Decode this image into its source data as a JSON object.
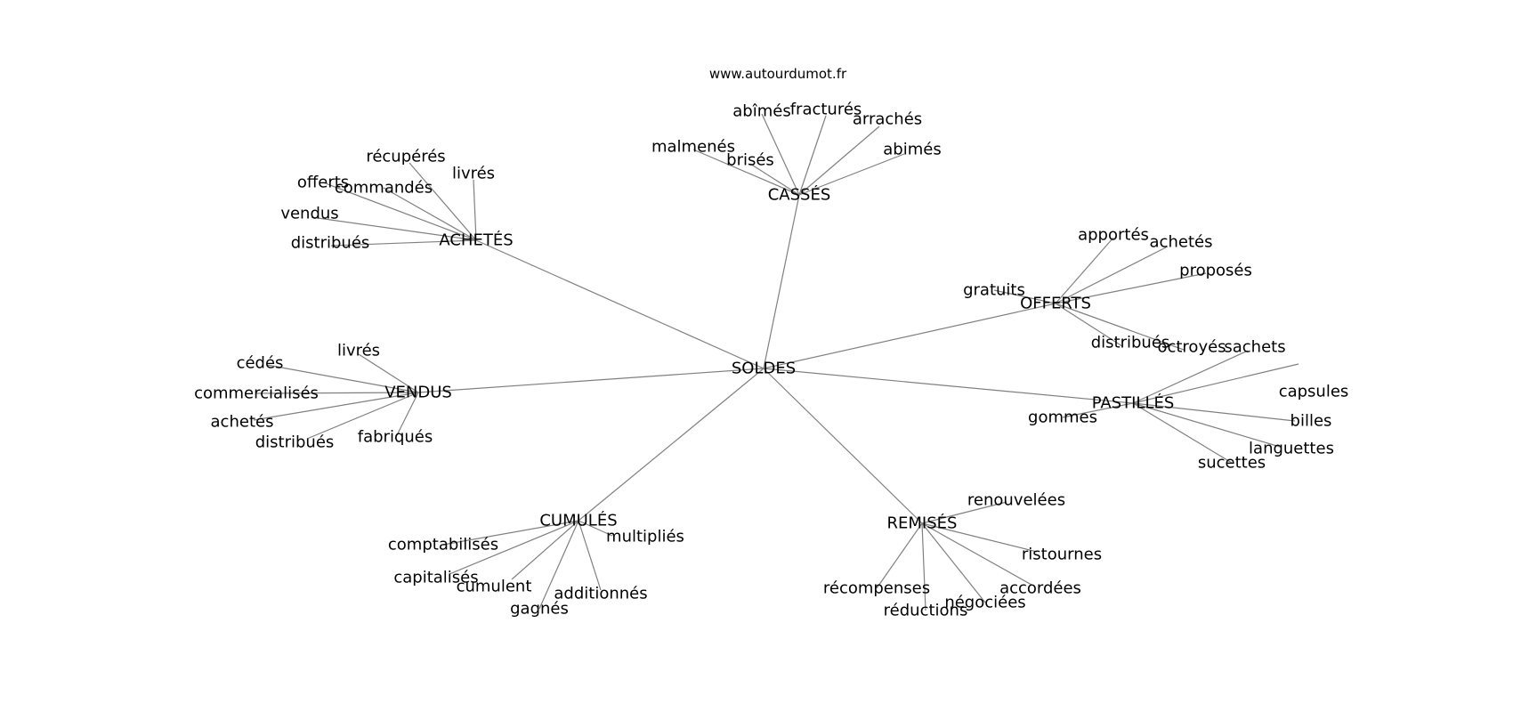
{
  "source": "www.autourdumot.fr",
  "root": "SOLDES",
  "groups": [
    {
      "hub": "ACHETÉS",
      "leaves": [
        "récupérés",
        "livrés",
        "offerts",
        "commandés",
        "vendus",
        "distribués"
      ]
    },
    {
      "hub": "CASSÉS",
      "leaves": [
        "abîmés",
        "fracturés",
        "arrachés",
        "malmenés",
        "brisés",
        "abimés"
      ]
    },
    {
      "hub": "OFFERTS",
      "leaves": [
        "apportés",
        "achetés",
        "proposés",
        "gratuits",
        "distribués",
        "octroyés"
      ]
    },
    {
      "hub": "VENDUS",
      "leaves": [
        "livrés",
        "cédés",
        "commercialisés",
        "achetés",
        "distribués",
        "fabriqués"
      ]
    },
    {
      "hub": "PASTILLÉS",
      "leaves": [
        "sachets",
        "capsules",
        "gommes",
        "billes",
        "languettes",
        "sucettes"
      ]
    },
    {
      "hub": "CUMULÉS",
      "leaves": [
        "comptabilisés",
        "multipliés",
        "capitalisés",
        "cumulent",
        "additionnés",
        "gagnés"
      ]
    },
    {
      "hub": "REMISÉS",
      "leaves": [
        "renouvelées",
        "ristournes",
        "récompenses",
        "accordées",
        "négociées",
        "réductions"
      ]
    }
  ]
}
